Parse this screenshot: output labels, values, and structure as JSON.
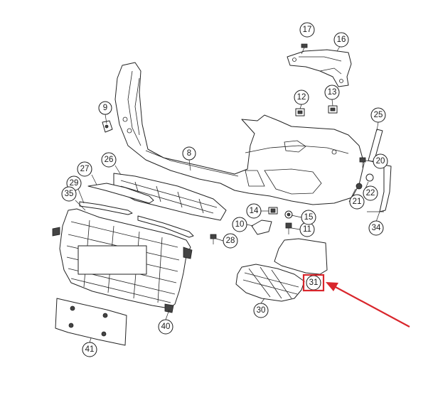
{
  "callouts": [
    {
      "id": "c8",
      "label": "8"
    },
    {
      "id": "c9",
      "label": "9"
    },
    {
      "id": "c10",
      "label": "10"
    },
    {
      "id": "c11",
      "label": "11"
    },
    {
      "id": "c12",
      "label": "12"
    },
    {
      "id": "c13",
      "label": "13"
    },
    {
      "id": "c14",
      "label": "14"
    },
    {
      "id": "c15",
      "label": "15"
    },
    {
      "id": "c16",
      "label": "16"
    },
    {
      "id": "c17",
      "label": "17"
    },
    {
      "id": "c20",
      "label": "20"
    },
    {
      "id": "c21",
      "label": "21"
    },
    {
      "id": "c22",
      "label": "22"
    },
    {
      "id": "c25",
      "label": "25"
    },
    {
      "id": "c26",
      "label": "26"
    },
    {
      "id": "c27",
      "label": "27"
    },
    {
      "id": "c28",
      "label": "28"
    },
    {
      "id": "c29",
      "label": "29"
    },
    {
      "id": "c30",
      "label": "30"
    },
    {
      "id": "c31",
      "label": "31"
    },
    {
      "id": "c34",
      "label": "34"
    },
    {
      "id": "c35",
      "label": "35"
    },
    {
      "id": "c40",
      "label": "40"
    },
    {
      "id": "c41",
      "label": "41"
    }
  ],
  "highlight": {
    "target": "31",
    "box_color": "#d9262c",
    "arrow_color": "#d9262c"
  }
}
